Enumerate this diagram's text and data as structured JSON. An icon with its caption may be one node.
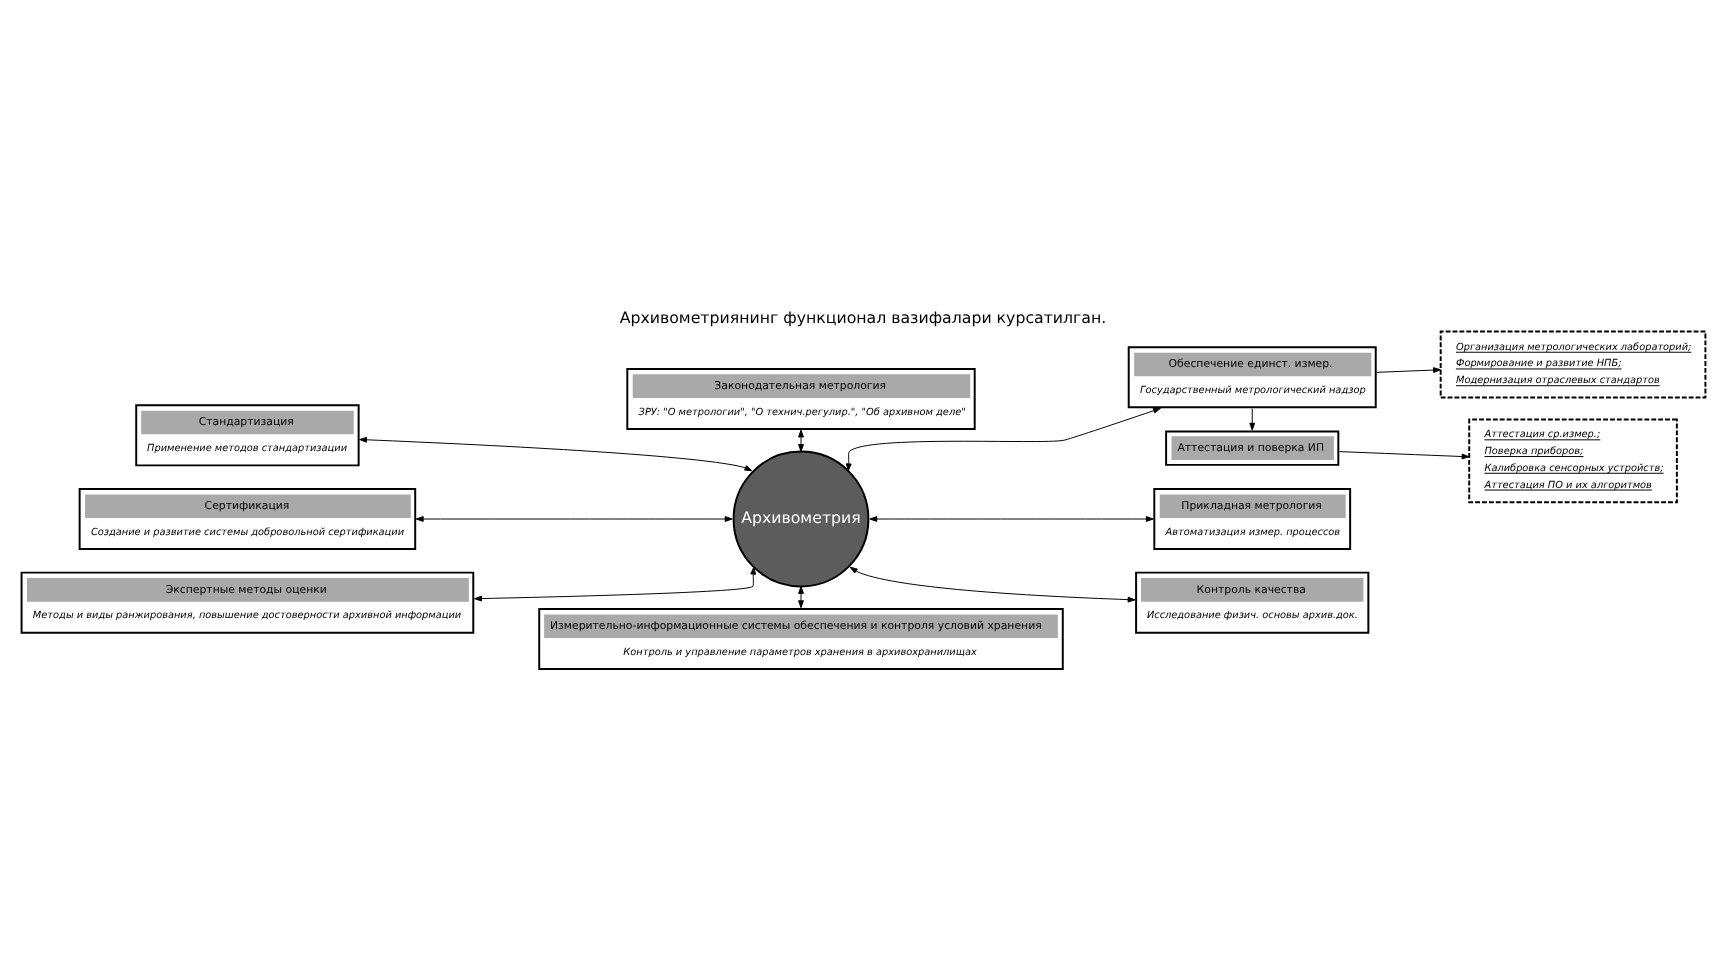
{
  "diagram": {
    "title": "Архивометриянинг функционал вазифалари курсатилган.",
    "nodes": [
      {
        "text": [
          "Стандартизация",
          "Применение методов стандартизации"
        ]
      },
      {
        "text": [
          "Законодательная метрология",
          "ЗРУ: \"О метрологии\", \"О технич.регулир.\", \"Об архивном деле\""
        ]
      },
      {
        "text": [
          "Обеспечение единст. измер.",
          "Государственный метрологический надзор"
        ]
      },
      {
        "text": [
          "Организация метрологических лабораторий;",
          "Формирование и развитие НПБ;",
          "Модернизация отраслевых стандартов"
        ]
      },
      {
        "text": [
          "Сертификация",
          "Создание и развитие системы добровольной сертификации"
        ]
      },
      {
        "text": [
          "Архивометрия"
        ]
      },
      {
        "text": [
          "Аттестация и поверка ИП"
        ]
      },
      {
        "text": [
          "Аттестация ср.измер.;",
          "Поверка приборов;",
          "Калибровка сенсорных устройств;",
          "Аттестация ПО и их алгоритмов"
        ]
      },
      {
        "text": [
          "Прикладная метрология",
          "Автоматизация измер. процессов"
        ]
      },
      {
        "text": [
          "Экспертные методы оценки",
          "Методы и виды ранжирования, повышение достоверности архивной информации"
        ]
      },
      {
        "text": [
          "Контроль качества",
          "Исследование физич. основы архив.док."
        ]
      },
      {
        "text": [
          "Измерительно-информационные системы обеспечения и контроля условий хранения",
          "Контроль и управление параметров хранения в архивохранилищах"
        ]
      }
    ],
    "edges": [
      {
        "from": 0,
        "to": 5,
        "arrow": "both"
      },
      {
        "from": 1,
        "to": 5,
        "arrow": "both"
      },
      {
        "from": 2,
        "to": 5,
        "arrow": "both"
      },
      {
        "from": 2,
        "to": 3,
        "arrow": "to"
      },
      {
        "from": 4,
        "to": 5,
        "arrow": "both"
      },
      {
        "from": 2,
        "to": 6,
        "arrow": "to"
      },
      {
        "from": 6,
        "to": 7,
        "arrow": "to"
      },
      {
        "from": 8,
        "to": 5,
        "arrow": "both"
      },
      {
        "from": 9,
        "to": 5,
        "arrow": "both"
      },
      {
        "from": 10,
        "to": 5,
        "arrow": "both"
      },
      {
        "from": 11,
        "to": 5,
        "arrow": "both"
      }
    ]
  }
}
